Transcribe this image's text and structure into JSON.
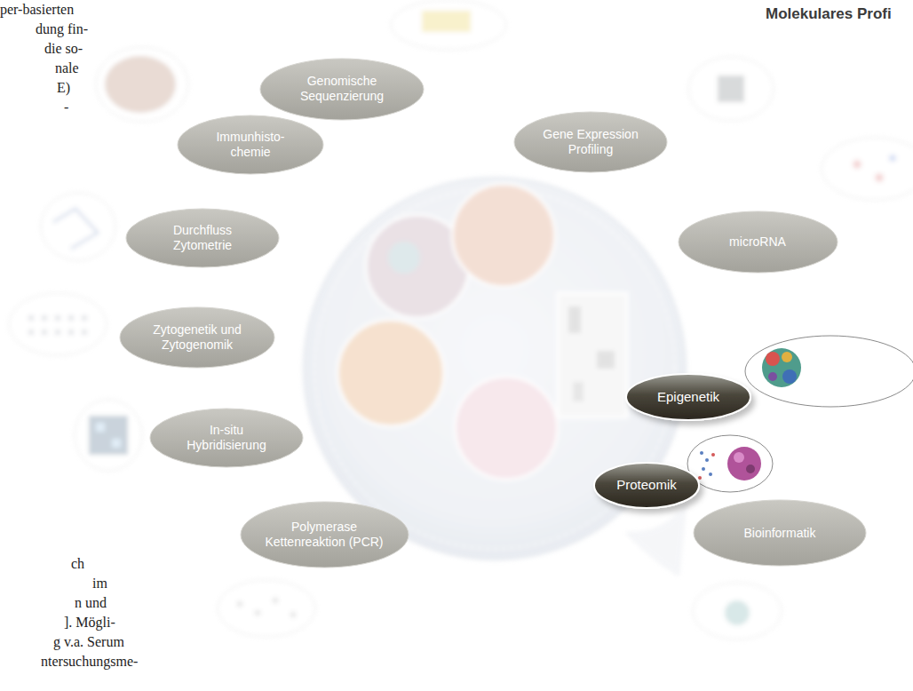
{
  "diagram": {
    "title": "Molekulares Profi",
    "nodes": [
      {
        "text": [
          "Genomische Sequenzierung"
        ]
      },
      {
        "text": [
          "Immunhisto-chemie"
        ]
      },
      {
        "text": [
          "Gene Expression Profiling"
        ]
      },
      {
        "text": [
          "Durchfluss Zytometrie"
        ]
      },
      {
        "text": [
          "microRNA"
        ]
      },
      {
        "text": [
          "Zytogenetik und Zytogenomik"
        ]
      },
      {
        "text": [
          "Epigenetik"
        ]
      },
      {
        "text": [
          "In-situ Hybridisierung"
        ]
      },
      {
        "text": [
          "Proteomik"
        ]
      },
      {
        "text": [
          "Bioinformatik"
        ]
      },
      {
        "text": [
          "Polymerase Kettenreaktion (PCR)"
        ]
      }
    ],
    "labels": [
      "per-basierten",
      "dung fin-",
      "die so-",
      "nale",
      "E)",
      "-",
      "ch",
      "im",
      "n und",
      "]. Mögli-",
      "g v.a. Serum",
      "ntersuchungsme-"
    ]
  }
}
